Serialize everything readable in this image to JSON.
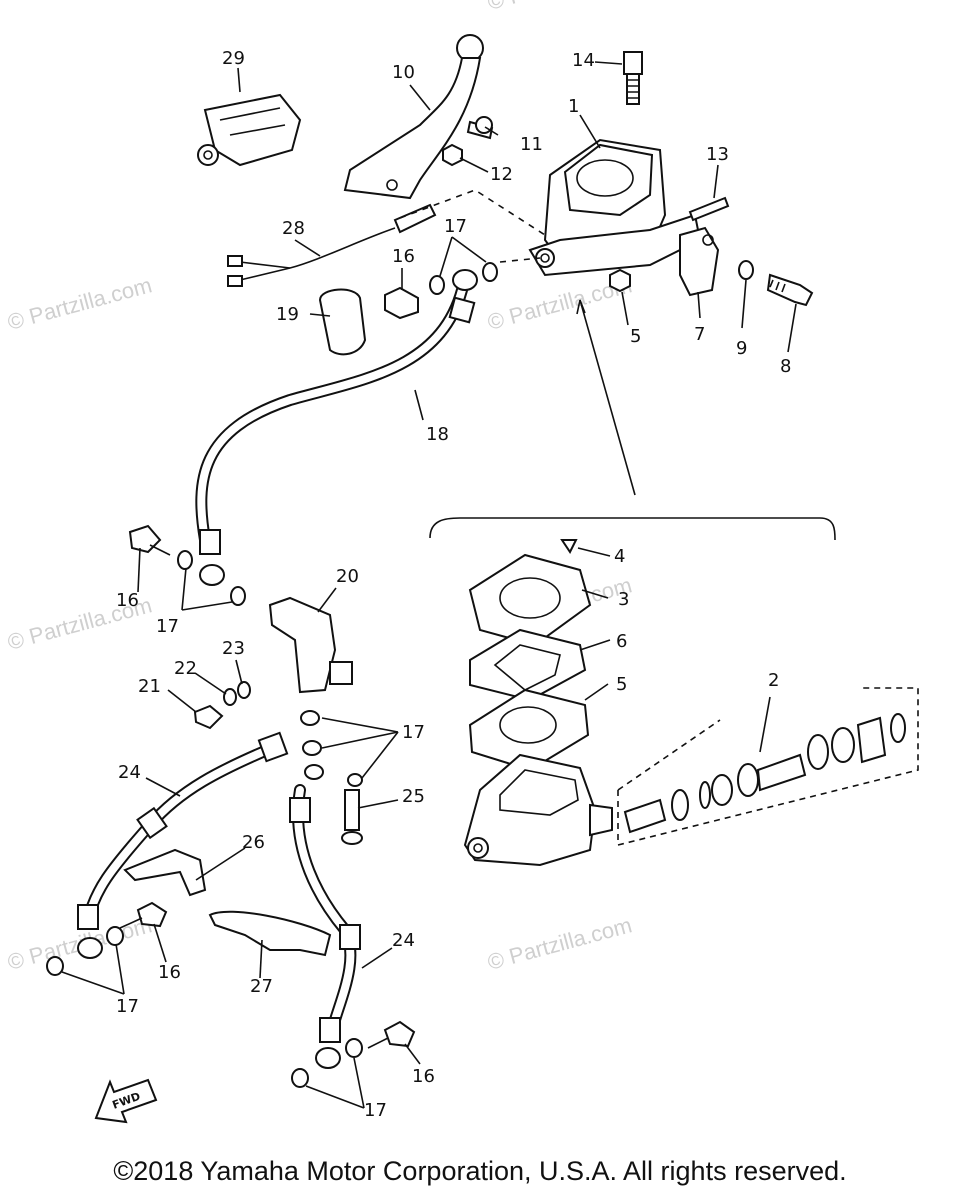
{
  "watermarks": [
    "© Partzilla.com",
    "© Partzilla.com",
    "© Partzilla.com",
    "© Partzilla.com",
    "© Partzilla.com",
    "© Partzilla.com",
    "© Partzilla.com"
  ],
  "callouts": {
    "p1": "1",
    "p2": "2",
    "p3": "3",
    "p4": "4",
    "p5a": "5",
    "p5b": "5",
    "p6": "6",
    "p7": "7",
    "p8": "8",
    "p9": "9",
    "p10": "10",
    "p11": "11",
    "p12": "12",
    "p13": "13",
    "p14": "14",
    "p16a": "16",
    "p16b": "16",
    "p16c": "16",
    "p16d": "16",
    "p17a": "17",
    "p17b": "17",
    "p17c": "17",
    "p17d": "17",
    "p17e": "17",
    "p18": "18",
    "p19": "19",
    "p20": "20",
    "p21": "21",
    "p22": "22",
    "p23": "23",
    "p24a": "24",
    "p24b": "24",
    "p25": "25",
    "p26": "26",
    "p27": "27",
    "p28": "28",
    "p29": "29"
  },
  "fwd_label": "FWD",
  "copyright": "©2018 Yamaha Motor Corporation, U.S.A. All rights reserved."
}
